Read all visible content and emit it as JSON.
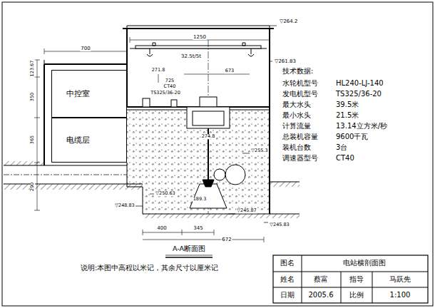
{
  "diagram": {
    "nodes": [
      {
        "text": [
          "中控室"
        ]
      },
      {
        "text": [
          "电缆层"
        ]
      }
    ],
    "labels": [
      "▽264.2",
      "1250",
      "32.5t/5t",
      "▽261.83",
      "123.67",
      "700",
      "271.8",
      "725",
      "CT40",
      "TS325/36-20",
      "350",
      "673",
      "365",
      "274.8",
      "▽255.3",
      "290",
      "▽250.63",
      "▽248.83",
      "189.3",
      "▽245.87",
      "▽245.83",
      "400",
      "345",
      "672",
      "A-A断面图",
      "技术数据:",
      "水轮机型号",
      "HL240-LJ-140",
      "发电机型号",
      "TS325/36-20",
      "最大水头",
      "39.5米",
      "最小水头",
      "21.5米",
      "计算流量",
      "13.14立方米/秒",
      "总装机容量",
      "9600千瓦",
      "装机台数",
      "3台",
      "调速器型号",
      "CT40",
      "说明:本图中高程以米记，其余尺寸以厘米记",
      "图名",
      "电站横剖面图",
      "姓名",
      "蔡富",
      "指导",
      "马跃先",
      "日期",
      "2005.6",
      "比例",
      "1:100"
    ]
  }
}
